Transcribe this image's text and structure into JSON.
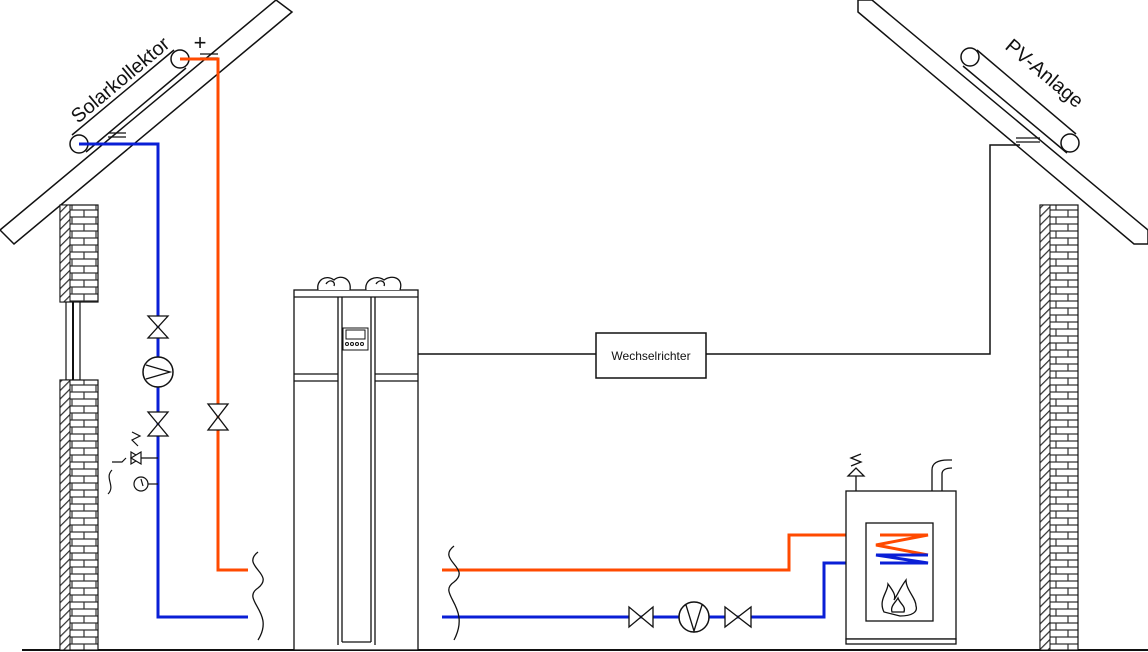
{
  "labels": {
    "solar_collector": "Solarkollektor",
    "pv_system": "PV-Anlage",
    "inverter": "Wechselrichter"
  },
  "colors": {
    "hot_pipe": "#ff4a00",
    "cold_pipe": "#0a1fd6",
    "line": "#111111",
    "wall_hatch": "#333333"
  }
}
